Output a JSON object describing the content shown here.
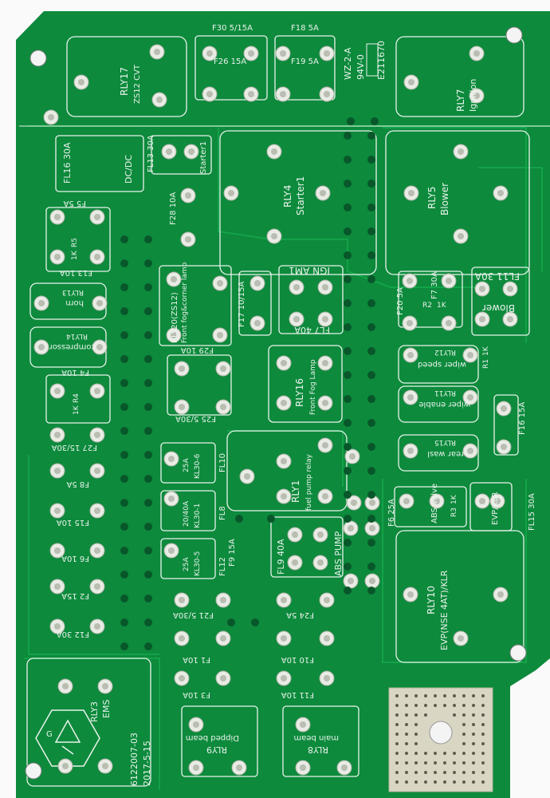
{
  "board": {
    "colors": {
      "solder_mask": "#0d8a3c",
      "copper_trace": "#13a349",
      "pad": "#e8ece4",
      "silkscreen": "#e9f3ec",
      "via": "#08572a",
      "heatsink_pad": "#d9d6c4",
      "background": "#fafafa"
    },
    "markings": {
      "board_id": "6122007-03",
      "date": "2017-5-15",
      "ul_rating": "94V-0",
      "ul_code": "WZ-2-A",
      "file_no": "E211670",
      "g_mark": "G"
    },
    "relays": {
      "rly17": {
        "name": "RLY17",
        "sub": "ZS12 CVT"
      },
      "rly7": {
        "name": "RLY7",
        "sub": "Ignition"
      },
      "rly4": {
        "name": "RLY4",
        "sub": "Starter1"
      },
      "rly5": {
        "name": "RLY5",
        "sub": "Blower"
      },
      "rly20": {
        "name": "RLY20(ZS12)",
        "sub": "Front fog&corner lamp"
      },
      "ign": {
        "name": "IGN AM1"
      },
      "rly13": {
        "name": "RLY13",
        "sub": "horn"
      },
      "rly14": {
        "name": "RLY14",
        "sub": "compressor"
      },
      "rly16": {
        "name": "RLY16",
        "sub": "Front Fog Lamp"
      },
      "rly12": {
        "name": "RLY12",
        "sub": "wiper speed"
      },
      "rly11": {
        "name": "RLY11",
        "sub": "wiper enable"
      },
      "rly15": {
        "name": "RLY15",
        "sub": "rear wasl"
      },
      "rly1": {
        "name": "RLY1",
        "sub": "fuel pump relay"
      },
      "abs_valve": {
        "name": "ABS Valve"
      },
      "evp_klr": {
        "name": "EVP/KLR"
      },
      "abs_pump": {
        "name": "ABS PUMP"
      },
      "rly10": {
        "name": "RLY10",
        "sub": "EVP(NSE 4AT)/KLR"
      },
      "rly3": {
        "name": "RLY3",
        "sub": "EMS"
      },
      "rly9": {
        "name": "RLY9",
        "sub": "Dipped beam"
      },
      "rly8": {
        "name": "RLY8",
        "sub": "main beam"
      },
      "blower": {
        "name": "Blower"
      }
    },
    "fuses": {
      "f30": "F30 5/15A",
      "f18": "F18 5A",
      "f26": "F26 15A",
      "f19": "F19 5A",
      "f16_30": "FL16 30A",
      "dcdc": "DC/DC",
      "fl13": "FL13 30A",
      "starter": "Starter1",
      "f5": "F5 5A",
      "r5": "R5",
      "r5k": "1K",
      "f13": "F13 10A",
      "f28": "F28 10A",
      "f17": "F17 10/15A",
      "fl7": "FL7 40A",
      "f20": "F20 5A",
      "r2": "R2",
      "r2k": "1K",
      "f7": "F7 30A",
      "fl11": "FL11 30A",
      "r1": "R1",
      "r1k": "1K",
      "f4": "F4 10A",
      "r4": "R4",
      "r4k": "1K",
      "f29": "F29 10A",
      "f25": "F25 5/30A",
      "f16_15": "F16 15A",
      "f27": "F27 15/30A",
      "kl30_6": "KL30-6",
      "kl30_6v": "25A",
      "fl10": "FL10",
      "f8": "F8 5A",
      "kl30_1": "KL30-1",
      "kl30_1v": "20/40A",
      "fl8": "FL8",
      "f6_25": "F6 25A",
      "r3": "R3",
      "r3k": "1K",
      "fl15": "FL15 30A",
      "f15": "F15 10A",
      "kl30_5": "KL30-5",
      "kl30_5v": "25A",
      "fl12": "FL12",
      "f9": "F9 15A",
      "fl9": "FL9 40A",
      "f6_10": "F6 10A",
      "f2": "F2 15A",
      "f21": "F21 5/30A",
      "f24": "F24 5A",
      "f12": "F12 30A",
      "f1": "F1 10A",
      "f10": "F10 10A",
      "f3": "F3 10A",
      "f11": "F11 10A"
    }
  }
}
